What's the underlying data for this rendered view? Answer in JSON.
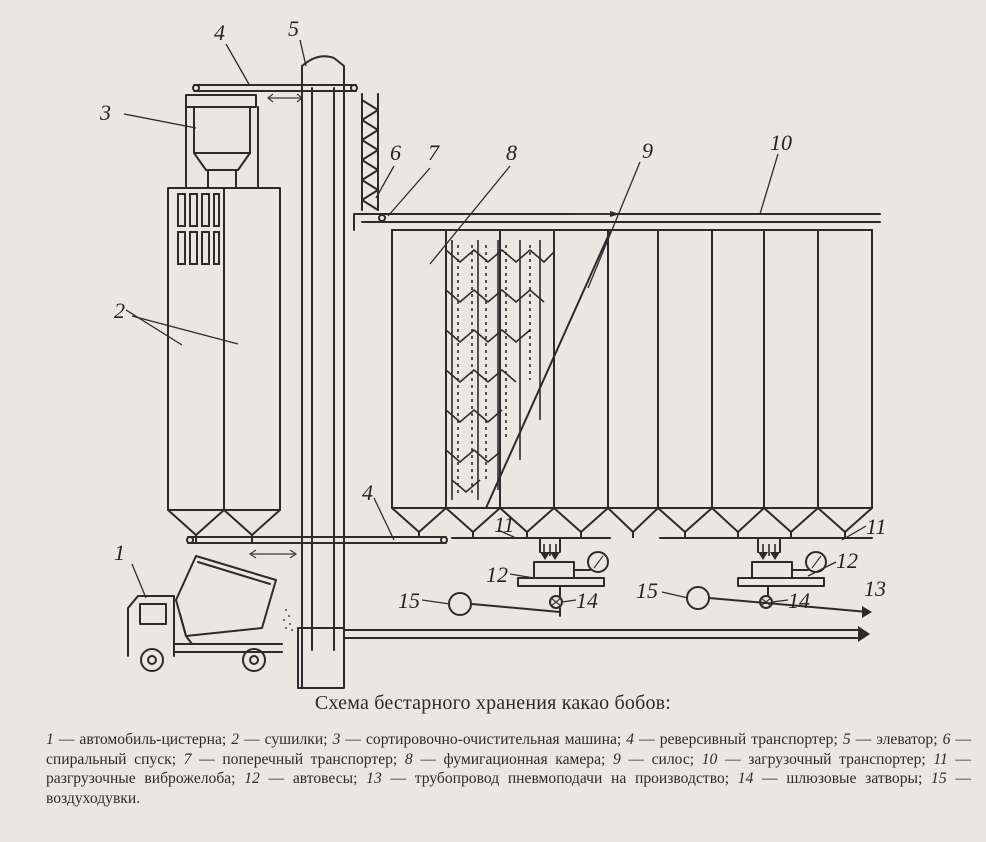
{
  "figure": {
    "caption": "Схема бестарного хранения какао бобов:",
    "labels": [
      "1",
      "2",
      "3",
      "4",
      "4",
      "5",
      "6",
      "7",
      "8",
      "9",
      "10",
      "11",
      "11",
      "12",
      "12",
      "13",
      "14",
      "14",
      "15",
      "15"
    ],
    "legend": [
      {
        "num": "1",
        "text": "автомобиль-цистерна;"
      },
      {
        "num": "2",
        "text": "сушилки;"
      },
      {
        "num": "3",
        "text": "сортировочно-очистительная машина;"
      },
      {
        "num": "4",
        "text": "реверсивный транспортер;"
      },
      {
        "num": "5",
        "text": "элеватор;"
      },
      {
        "num": "6",
        "text": "спиральный спуск;"
      },
      {
        "num": "7",
        "text": "поперечный транспортер;"
      },
      {
        "num": "8",
        "text": "фумигационная камера;"
      },
      {
        "num": "9",
        "text": "силос;"
      },
      {
        "num": "10",
        "text": "загрузочный транспортер;"
      },
      {
        "num": "11",
        "text": "разгрузочные виброжелоба;"
      },
      {
        "num": "12",
        "text": "автовесы;"
      },
      {
        "num": "13",
        "text": "трубопровод пневмоподачи на производство;"
      },
      {
        "num": "14",
        "text": "шлюзовые затворы;"
      },
      {
        "num": "15",
        "text": "воздуходувки."
      }
    ],
    "dash": "—"
  }
}
